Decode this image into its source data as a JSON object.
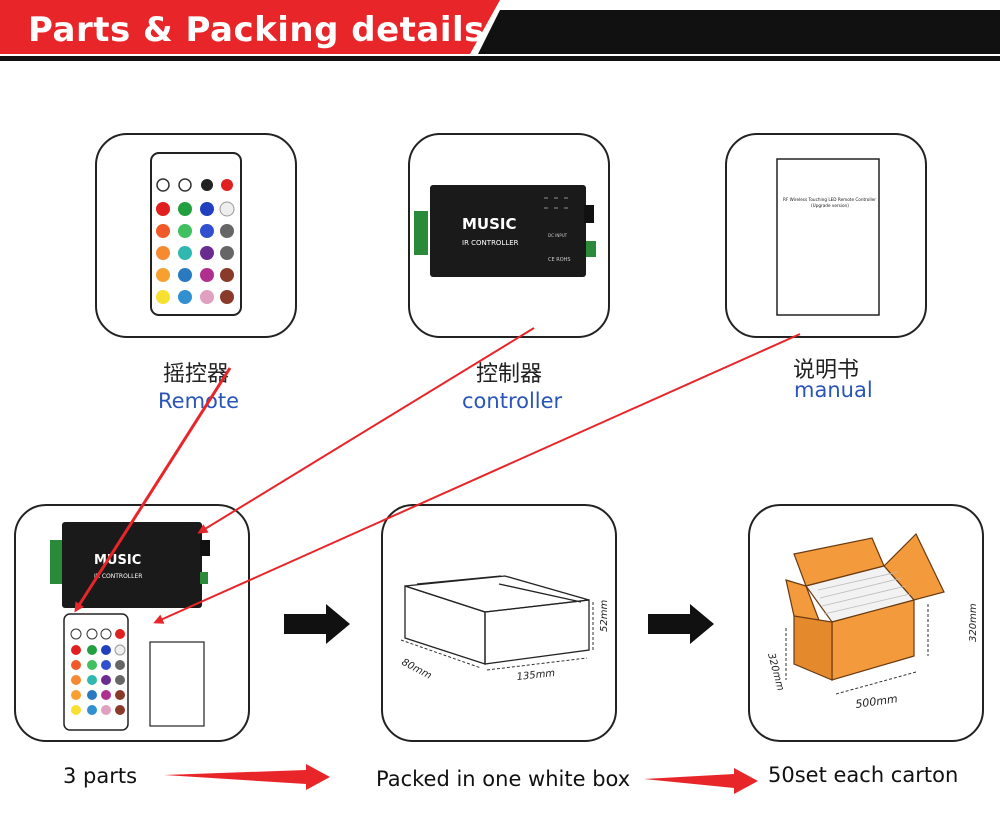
{
  "header": {
    "title": "Parts & Packing details"
  },
  "parts": [
    {
      "name_cn": "摇控器",
      "name_en": "Remote"
    },
    {
      "name_cn": "控制器",
      "name_en": "controller"
    },
    {
      "name_cn": "说明书",
      "name_en": "manual"
    }
  ],
  "controller": {
    "brand": "MUSIC",
    "model": "IR CONTROLLER",
    "dc_input": "DC INPUT",
    "ce": "CE ROHS"
  },
  "manual": {
    "line1": "RF Wireless Touching LED Remote Controller",
    "line2": "(Upgrade version)"
  },
  "packing": [
    {
      "label": "3 parts"
    },
    {
      "label": "Packed in one white box",
      "dims": [
        "135mm",
        "80mm",
        "52mm"
      ]
    },
    {
      "label": "50set each carton",
      "dims": [
        "500mm",
        "320mm",
        "320mm"
      ]
    }
  ],
  "colors": {
    "accent": "#e8262a",
    "banner_black": "#111111",
    "caption_blue": "#2a55b8",
    "carton": "#f29a3c"
  }
}
